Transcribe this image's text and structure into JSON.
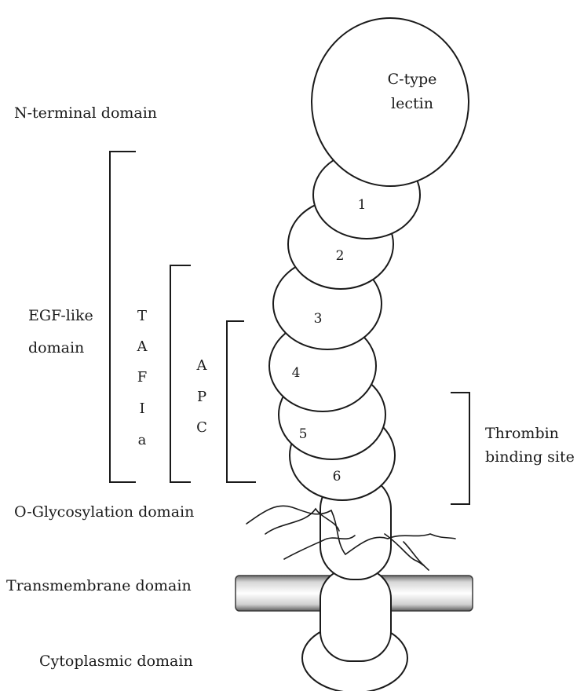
{
  "labels": {
    "n_terminal": "N-terminal domain",
    "egf_line1": "EGF-like",
    "egf_line2": "domain",
    "o_glyco": "O-Glycosylation domain",
    "transmembrane": "Transmembrane domain",
    "cytoplasmic": "Cytoplasmic domain",
    "lectin_line1": "C-type",
    "lectin_line2": "lectin",
    "thrombin_line1": "Thrombin",
    "thrombin_line2": "binding site"
  },
  "tafia_letters": [
    "T",
    "A",
    "F",
    "I",
    "a"
  ],
  "apc_letters": [
    "A",
    "P",
    "C"
  ],
  "egf_modules": [
    "1",
    "2",
    "3",
    "4",
    "5",
    "6"
  ]
}
